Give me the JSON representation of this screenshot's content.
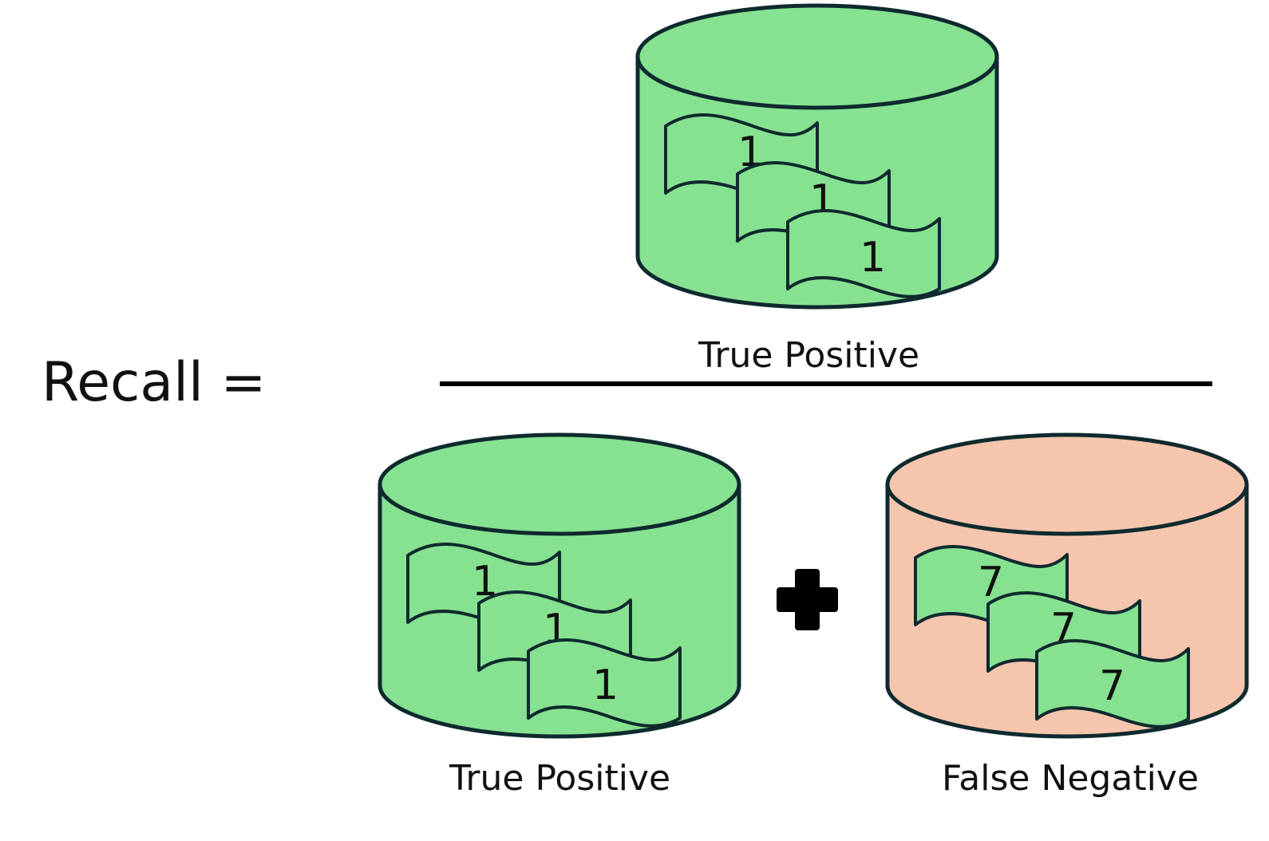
{
  "formula": {
    "label": "Recall ="
  },
  "numerator": {
    "caption": "True Positive",
    "bill_digits": [
      "1",
      "1",
      "1"
    ]
  },
  "denominator": {
    "left": {
      "caption": "True Positive",
      "bill_digits": [
        "1",
        "1",
        "1"
      ]
    },
    "operator_icon": "plus-icon",
    "right": {
      "caption": "False Negative",
      "bill_digits": [
        "7",
        "7",
        "7"
      ]
    }
  },
  "colors": {
    "true_positive_fill": "#86e291",
    "false_negative_fill": "#f5c6ad",
    "bill_fill": "#86e291",
    "outline": "#0f2a2e",
    "text": "#111111"
  }
}
